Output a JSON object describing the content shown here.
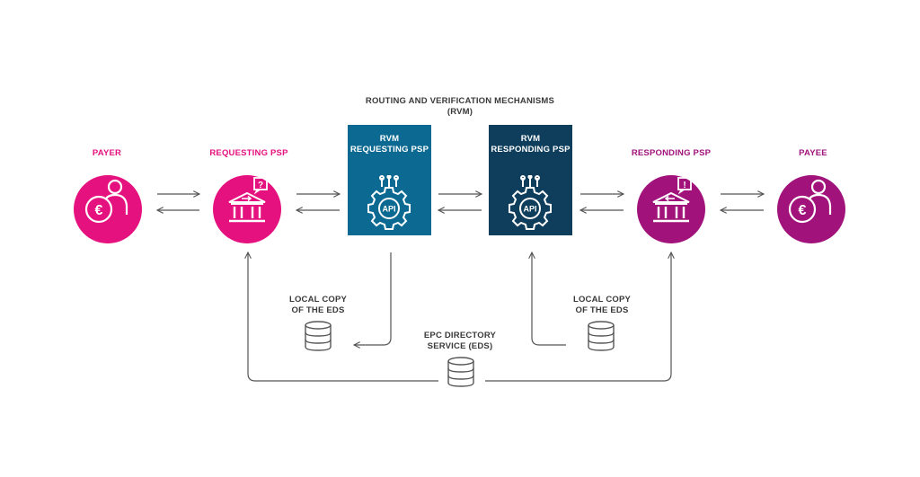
{
  "title": "ROUTING AND VERIFICATION MECHANISMS",
  "title_sub": "(RVM)",
  "nodes": {
    "payer": {
      "label": "PAYER"
    },
    "requesting_psp": {
      "label": "REQUESTING PSP"
    },
    "rvm_requesting": {
      "line1": "RVM",
      "line2": "REQUESTING PSP",
      "icon_text": "API"
    },
    "rvm_responding": {
      "line1": "RVM",
      "line2": "RESPONDING PSP",
      "icon_text": "API"
    },
    "responding_psp": {
      "label": "RESPONDING PSP"
    },
    "payee": {
      "label": "PAYEE"
    }
  },
  "databases": {
    "local_left": {
      "line1": "LOCAL COPY",
      "line2": "OF THE EDS"
    },
    "local_right": {
      "line1": "LOCAL COPY",
      "line2": "OF THE EDS"
    },
    "directory": {
      "line1": "EPC DIRECTORY",
      "line2": "SERVICE (EDS)"
    }
  },
  "colors": {
    "pink": "#e5117f",
    "purple": "#a1137b",
    "blue": "#0c6a92",
    "navy": "#0e3e5c",
    "arrow": "#555555",
    "text": "#3a3a3a"
  },
  "icons": {
    "payer": "euro-coin-person-icon",
    "requesting_psp": "bank-question-icon",
    "rvm": "api-gear-icon",
    "responding_psp": "bank-exclamation-icon",
    "payee": "euro-coin-person-icon",
    "database": "database-icon"
  }
}
